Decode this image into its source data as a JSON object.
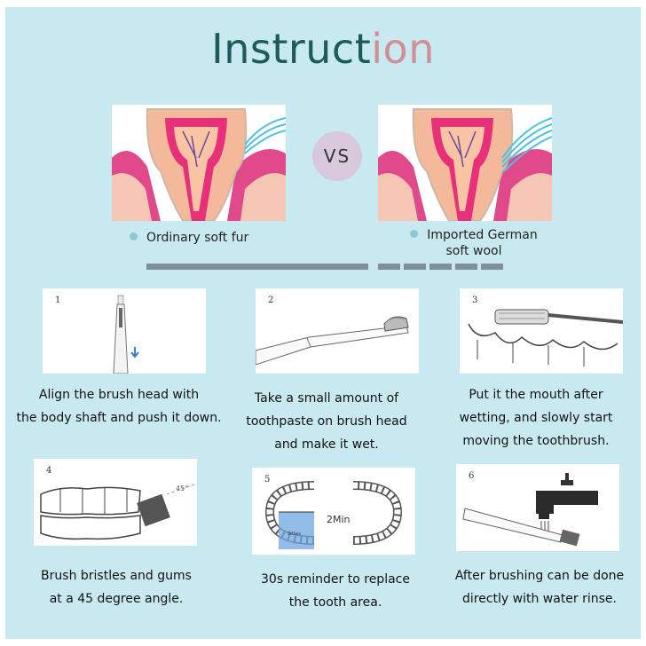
{
  "title": {
    "main": "Instruct",
    "tail": "ion"
  },
  "compare": {
    "vs": "VS",
    "left_label": "Ordinary soft fur",
    "right_label_line1": "Imported German",
    "right_label_line2": "soft wool"
  },
  "steps": [
    {
      "num": "1",
      "line1": "Align the brush head with",
      "line2": "the body shaft and push it down.",
      "line3": ""
    },
    {
      "num": "2",
      "line1": "Take a small amount of",
      "line2": "toothpaste on brush head",
      "line3": "and make it wet."
    },
    {
      "num": "3",
      "line1": "Put it the mouth after",
      "line2": "wetting, and slowly start",
      "line3": "moving the toothbrush."
    },
    {
      "num": "4",
      "line1": "Brush bristles and gums",
      "line2": "at a 45 degree angle.",
      "line3": ""
    },
    {
      "num": "5",
      "line1": "30s reminder to replace",
      "line2": "the tooth area.",
      "line3": ""
    },
    {
      "num": "6",
      "line1": "After brushing can be done",
      "line2": "directly with water rinse.",
      "line3": ""
    }
  ],
  "step5_figure": {
    "main": "2Min",
    "sub": "30Sec"
  },
  "step4_figure": {
    "angle": "45°"
  }
}
